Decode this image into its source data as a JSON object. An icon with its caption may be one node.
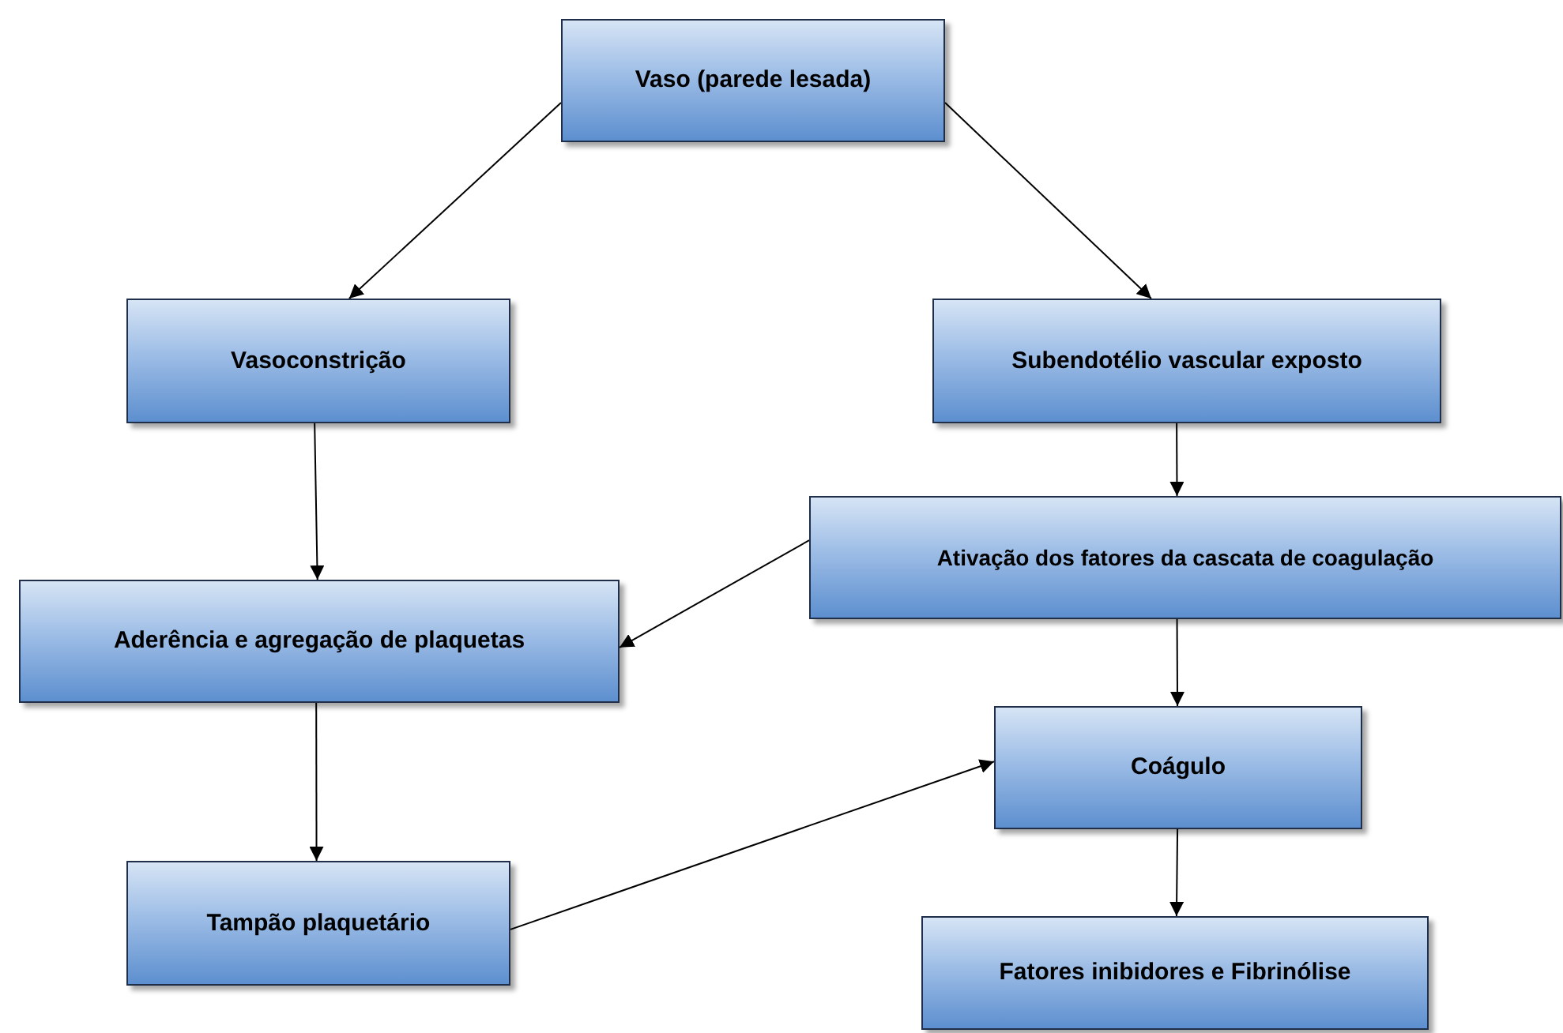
{
  "diagram": {
    "nodes": [
      {
        "text": [
          "Vaso (parede lesada)"
        ]
      },
      {
        "text": [
          "Vasoconstrição"
        ]
      },
      {
        "text": [
          "Subendotélio vascular exposto"
        ]
      },
      {
        "text": [
          "Ativação dos fatores da cascata de coagulação"
        ]
      },
      {
        "text": [
          "Aderência e agregação de plaquetas"
        ]
      },
      {
        "text": [
          "Coágulo"
        ]
      },
      {
        "text": [
          "Tampão plaquetário"
        ]
      },
      {
        "text": [
          "Fatores inibidores e Fibrinólise"
        ]
      }
    ],
    "edges": [
      {
        "from": 0,
        "to": 1,
        "arrow": "to"
      },
      {
        "from": 0,
        "to": 2,
        "arrow": "to"
      },
      {
        "from": 1,
        "to": 4,
        "arrow": "to"
      },
      {
        "from": 2,
        "to": 3,
        "arrow": "to"
      },
      {
        "from": 3,
        "to": 4,
        "arrow": "to"
      },
      {
        "from": 3,
        "to": 5,
        "arrow": "to"
      },
      {
        "from": 4,
        "to": 6,
        "arrow": "to"
      },
      {
        "from": 6,
        "to": 5,
        "arrow": "to"
      },
      {
        "from": 5,
        "to": 7,
        "arrow": "to"
      }
    ]
  }
}
